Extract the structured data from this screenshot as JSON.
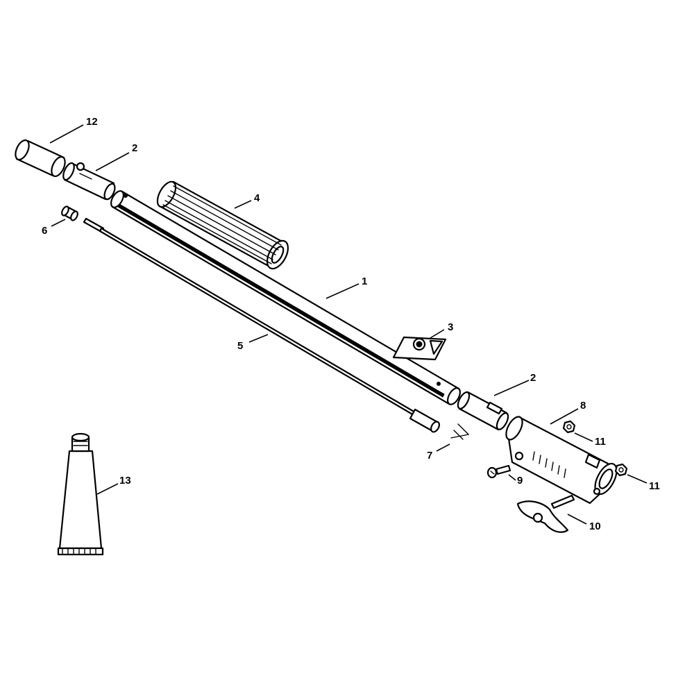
{
  "callouts": {
    "c1": "1",
    "c2a": "2",
    "c2b": "2",
    "c3": "3",
    "c4": "4",
    "c5": "5",
    "c6": "6",
    "c7": "7",
    "c8": "8",
    "c9": "9",
    "c10": "10",
    "c11a": "11",
    "c11b": "11",
    "c12": "12",
    "c13": "13"
  }
}
